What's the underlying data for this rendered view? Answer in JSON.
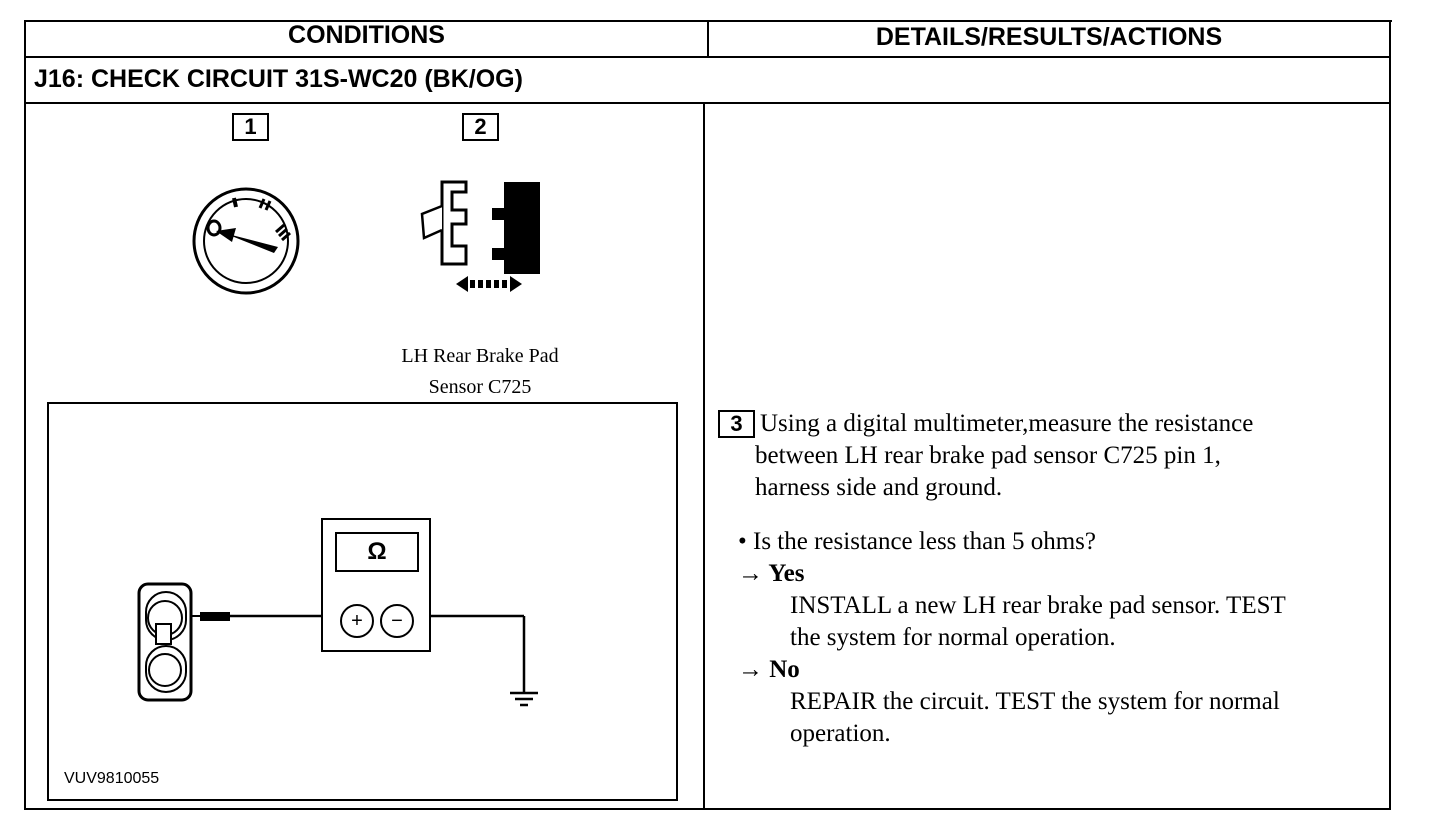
{
  "table": {
    "conditions_header": "CONDITIONS",
    "details_header": "DETAILS/RESULTS/ACTIONS",
    "test_title": "J16: CHECK CIRCUIT 31S-WC20 (BK/OG)"
  },
  "conditions": {
    "step1_number": "1",
    "step2_number": "2",
    "connector_caption_line1": "LH Rear Brake Pad",
    "connector_caption_line2": "Sensor C725",
    "ignition_icon": "ignition-switch-off-icon",
    "connector_icon": "disconnect-connector-icon",
    "meter_symbol": "Ω",
    "meter_plus": "+",
    "meter_minus": "−",
    "figure_code": "VUV9810055"
  },
  "details": {
    "step3_number": "3",
    "step3_line1": "Using a digital multimeter,measure the resistance",
    "step3_line2": "between LH rear brake pad sensor C725 pin 1,",
    "step3_line3": "harness side and ground.",
    "question": "• Is the resistance less than 5 ohms?",
    "yes_label": "→ Yes",
    "yes_line1": "INSTALL a new LH rear brake pad sensor. TEST",
    "yes_line2": "the system for normal operation.",
    "no_label": "→ No",
    "no_line1": "REPAIR the circuit. TEST the system for normal",
    "no_line2": "operation."
  }
}
